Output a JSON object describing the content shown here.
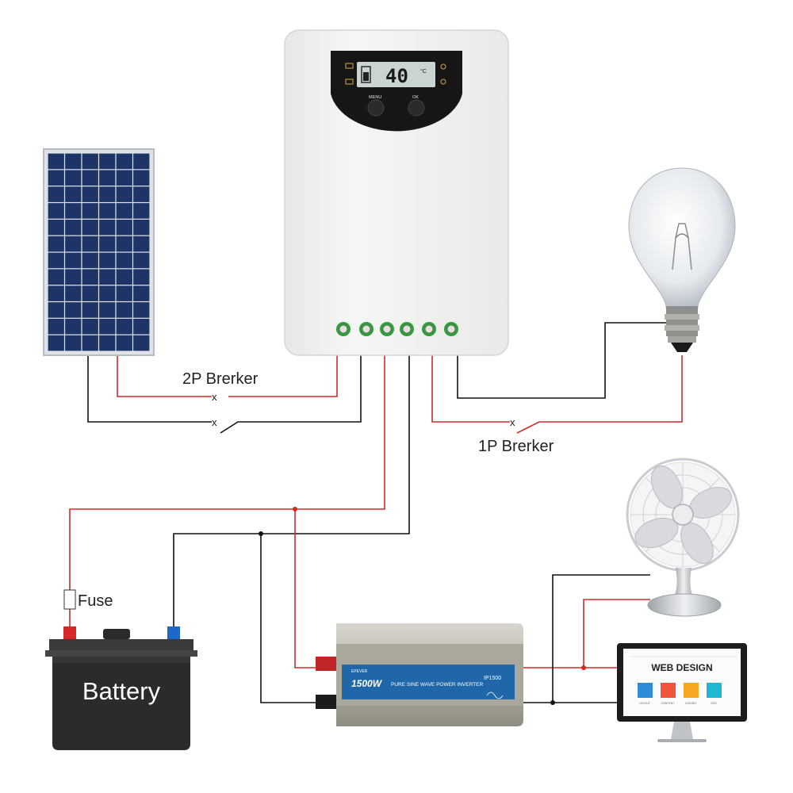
{
  "colors": {
    "positive_wire": "#d62828",
    "negative_wire": "#111111",
    "controller_body": "#f1f2f0",
    "display_bezel": "#161616",
    "lcd": "#c9d4d3",
    "terminal": "#2f9d3a",
    "panel_cell": "#1f3466",
    "battery_body": "#2b2b2b",
    "inverter_blue": "#1f67a8",
    "inverter_silver": "#b9b6ab"
  },
  "controller": {
    "lcd_value": "40",
    "lcd_unit": "°C",
    "menu_label": "MENU",
    "ok_label": "OK"
  },
  "labels": {
    "breaker_2p": "2P Brerker",
    "breaker_1p": "1P Brerker",
    "fuse": "Fuse",
    "battery": "Battery",
    "breaker_mark": "x"
  },
  "inverter": {
    "brand": "EPEVER",
    "power": "1500W",
    "description": "PURE SINE WAVE POWER INVERTER",
    "model": "IP1500"
  },
  "monitor": {
    "screen_title": "WEB DESIGN",
    "tiles": [
      "LAYOUT",
      "CONTENT",
      "CODING",
      "SEO"
    ]
  },
  "icons": [
    "solar-panel-icon",
    "light-bulb-icon",
    "desk-fan-icon",
    "computer-monitor-icon",
    "battery-icon",
    "inverter-icon",
    "charge-controller-icon"
  ]
}
